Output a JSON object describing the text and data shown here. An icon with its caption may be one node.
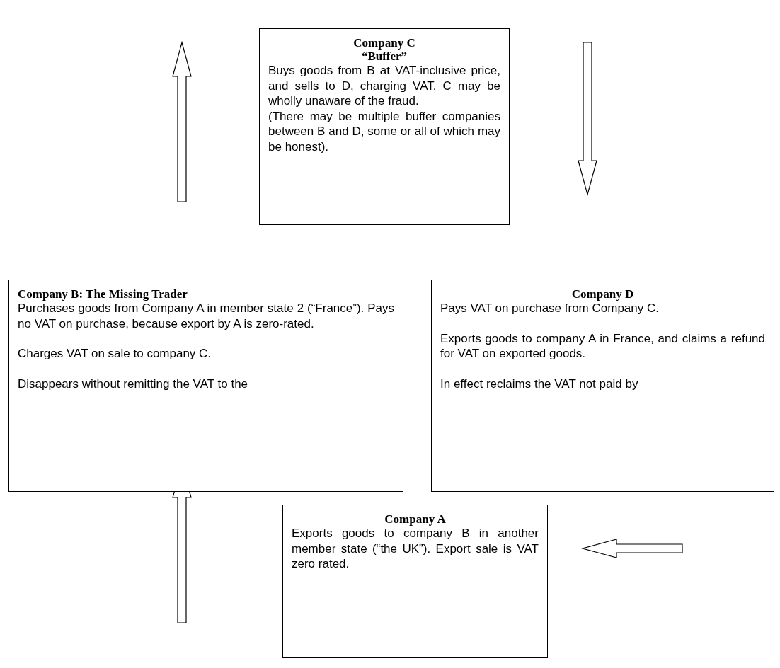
{
  "diagram": {
    "nodes": [
      {
        "text": [
          "Company C",
          "“Buffer”",
          "Buys goods from B at VAT-inclusive price, and sells to D, charging VAT. C may be wholly unaware of the fraud.",
          "(There may be multiple buffer companies between B and D, some or all of which may be honest)."
        ]
      },
      {
        "text": [
          "Company B: The Missing Trader",
          "Purchases goods from Company A in member state 2 (“France”). Pays no VAT on purchase, because export by A is zero-rated.",
          "Charges VAT on sale to company C.",
          "Disappears without remitting the VAT to the"
        ]
      },
      {
        "text": [
          "Company D",
          "Pays VAT on purchase from Company C.",
          "Exports goods to company A in France, and claims a refund for VAT on exported goods.",
          "In effect reclaims the VAT not paid by"
        ]
      },
      {
        "text": [
          "Company A",
          "Exports goods to company B in another member state (“the UK”). Export sale is VAT zero rated."
        ]
      }
    ],
    "edges": [
      {
        "from": 1,
        "to": 0,
        "arrow": "to"
      },
      {
        "from": 0,
        "to": 2,
        "arrow": "to"
      },
      {
        "from": 3,
        "to": 1,
        "arrow": "to"
      },
      {
        "from": 2,
        "to": 3,
        "arrow": "to"
      }
    ]
  }
}
